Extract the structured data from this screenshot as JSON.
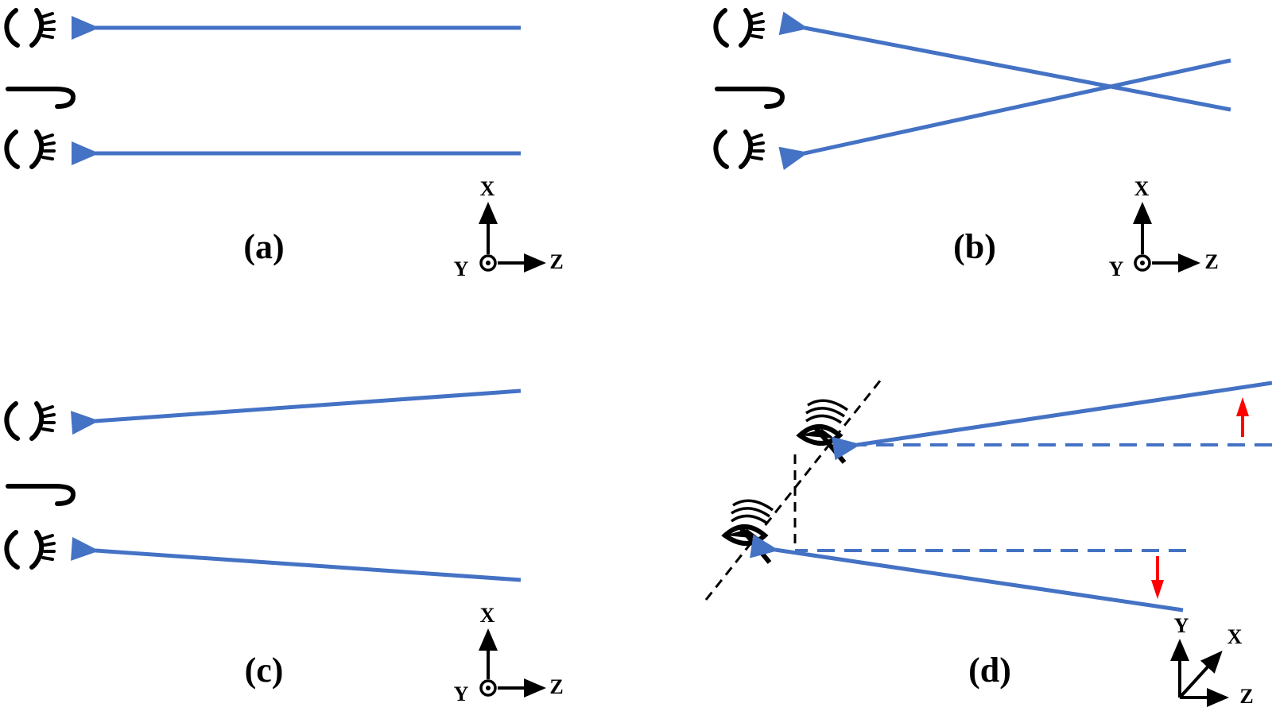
{
  "panels": {
    "a": {
      "label": "(a)"
    },
    "b": {
      "label": "(b)"
    },
    "c": {
      "label": "(c)"
    },
    "d": {
      "label": "(d)"
    }
  },
  "axes": {
    "a": {
      "x": "X",
      "y": "Y",
      "z": "Z"
    },
    "b": {
      "x": "X",
      "y": "Y",
      "z": "Z"
    },
    "c": {
      "x": "X",
      "y": "Y",
      "z": "Z"
    },
    "d": {
      "x": "X",
      "y": "Y",
      "z": "Z"
    }
  },
  "colors": {
    "ray": "#4472c4",
    "displacement_arrow": "#ff0000",
    "ink": "#000000"
  },
  "icons": [
    "eye-icon",
    "nose-icon",
    "eye-profile-icon"
  ]
}
